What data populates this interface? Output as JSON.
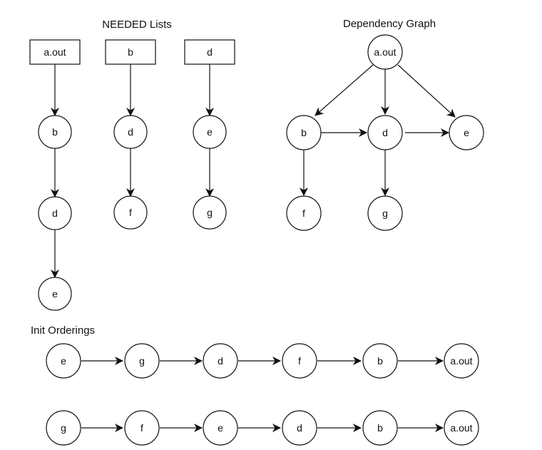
{
  "titles": {
    "needed_lists": "NEEDED Lists",
    "dependency_graph": "Dependency Graph",
    "init_orderings": "Init Orderings"
  },
  "needed_lists": [
    {
      "head": "a.out",
      "items": [
        "b",
        "d",
        "e"
      ]
    },
    {
      "head": "b",
      "items": [
        "d",
        "f"
      ]
    },
    {
      "head": "d",
      "items": [
        "e",
        "g"
      ]
    }
  ],
  "dependency_graph": {
    "nodes": [
      "a.out",
      "b",
      "d",
      "e",
      "f",
      "g"
    ],
    "edges": [
      [
        "a.out",
        "b"
      ],
      [
        "a.out",
        "d"
      ],
      [
        "a.out",
        "e"
      ],
      [
        "b",
        "d"
      ],
      [
        "d",
        "e"
      ],
      [
        "b",
        "f"
      ],
      [
        "d",
        "g"
      ]
    ]
  },
  "init_orderings": [
    [
      "e",
      "g",
      "d",
      "f",
      "b",
      "a.out"
    ],
    [
      "g",
      "f",
      "e",
      "d",
      "b",
      "a.out"
    ]
  ]
}
